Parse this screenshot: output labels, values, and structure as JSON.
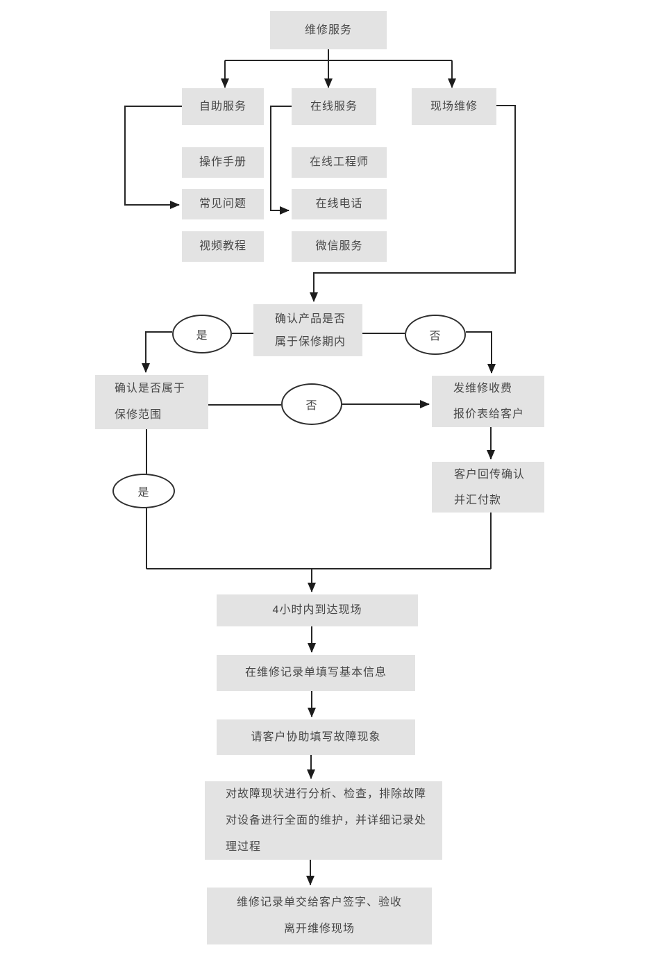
{
  "diagram_type": "flowchart",
  "colors": {
    "node_fill": "#e3e3e3",
    "line": "#262626",
    "text": "#474747",
    "decision_fill": "#ffffff",
    "decision_border": "#2f2f2f",
    "background": "#ffffff"
  },
  "nodes": {
    "root": {
      "label": "维修服务"
    },
    "self_service": {
      "label": "自助服务"
    },
    "online_service": {
      "label": "在线服务"
    },
    "onsite_repair": {
      "label": "现场维修"
    },
    "manual": {
      "label": "操作手册"
    },
    "faq": {
      "label": "常见问题"
    },
    "video": {
      "label": "视频教程"
    },
    "engineer": {
      "label": "在线工程师"
    },
    "phone": {
      "label": "在线电话"
    },
    "wechat": {
      "label": "微信服务"
    },
    "check_period": {
      "lines": [
        "确认产品是否",
        "属于保修期内"
      ]
    },
    "check_scope": {
      "lines": [
        "确认是否属于",
        "保修范围"
      ]
    },
    "send_quote": {
      "lines": [
        "发维修收费",
        "报价表给客户"
      ]
    },
    "customer_confirm": {
      "lines": [
        "客户回传确认",
        "并汇付款"
      ]
    },
    "arrive": {
      "label": "4小时内到达现场"
    },
    "fill_basic": {
      "label": "在维修记录单填写基本信息"
    },
    "fill_fault": {
      "label": "请客户协助填写故障现象"
    },
    "analyze": {
      "lines": [
        "对故障现状进行分析、检查，排除故障",
        "对设备进行全面的维护，并详细记录处",
        "理过程"
      ]
    },
    "sign_off": {
      "lines": [
        "维修记录单交给客户签字、验收",
        "离开维修现场"
      ]
    }
  },
  "decisions": {
    "yes_warranty": {
      "label": "是"
    },
    "no_warranty": {
      "label": "否"
    },
    "no_scope": {
      "label": "否"
    },
    "yes_scope": {
      "label": "是"
    }
  }
}
